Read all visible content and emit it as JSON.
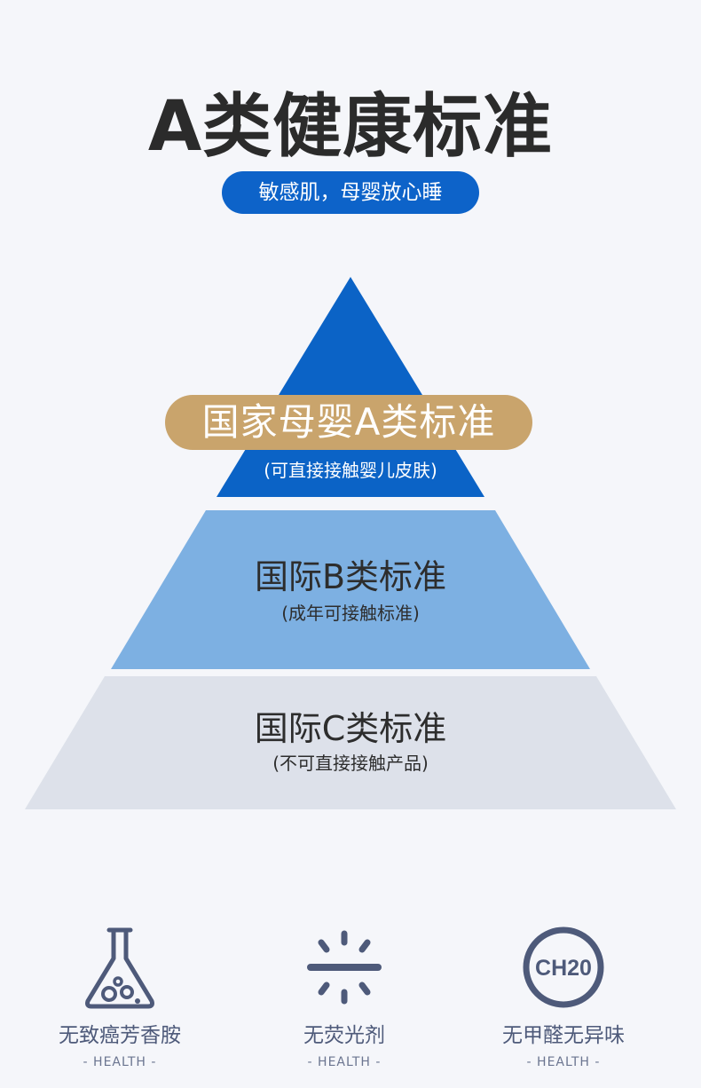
{
  "header": {
    "title": "A类健康标准",
    "subtitle": "敏感肌，母婴放心睡"
  },
  "pyramid": {
    "tiers": [
      {
        "label": "国家母婴A类标准",
        "sub": "(可直接接触婴儿皮肤)",
        "color": "#0b63c6",
        "badge_color": "#c9a46c"
      },
      {
        "label": "国际B类标准",
        "sub": "(成年可接触标准)",
        "color": "#7db0e2"
      },
      {
        "label": "国际C类标准",
        "sub": "(不可直接接触产品)",
        "color": "#dde1ea"
      }
    ]
  },
  "features": [
    {
      "icon": "flask-icon",
      "label": "无致癌芳香胺",
      "sub": "- HEALTH -"
    },
    {
      "icon": "no-fluorescent-icon",
      "label": "无荧光剂",
      "sub": "- HEALTH -"
    },
    {
      "icon": "ch2o-icon",
      "label": "无甲醛无异味",
      "sub": "- HEALTH -",
      "icon_text": "CH20"
    }
  ],
  "colors": {
    "accent": "#0d63c9",
    "icon": "#4e5a7a"
  }
}
